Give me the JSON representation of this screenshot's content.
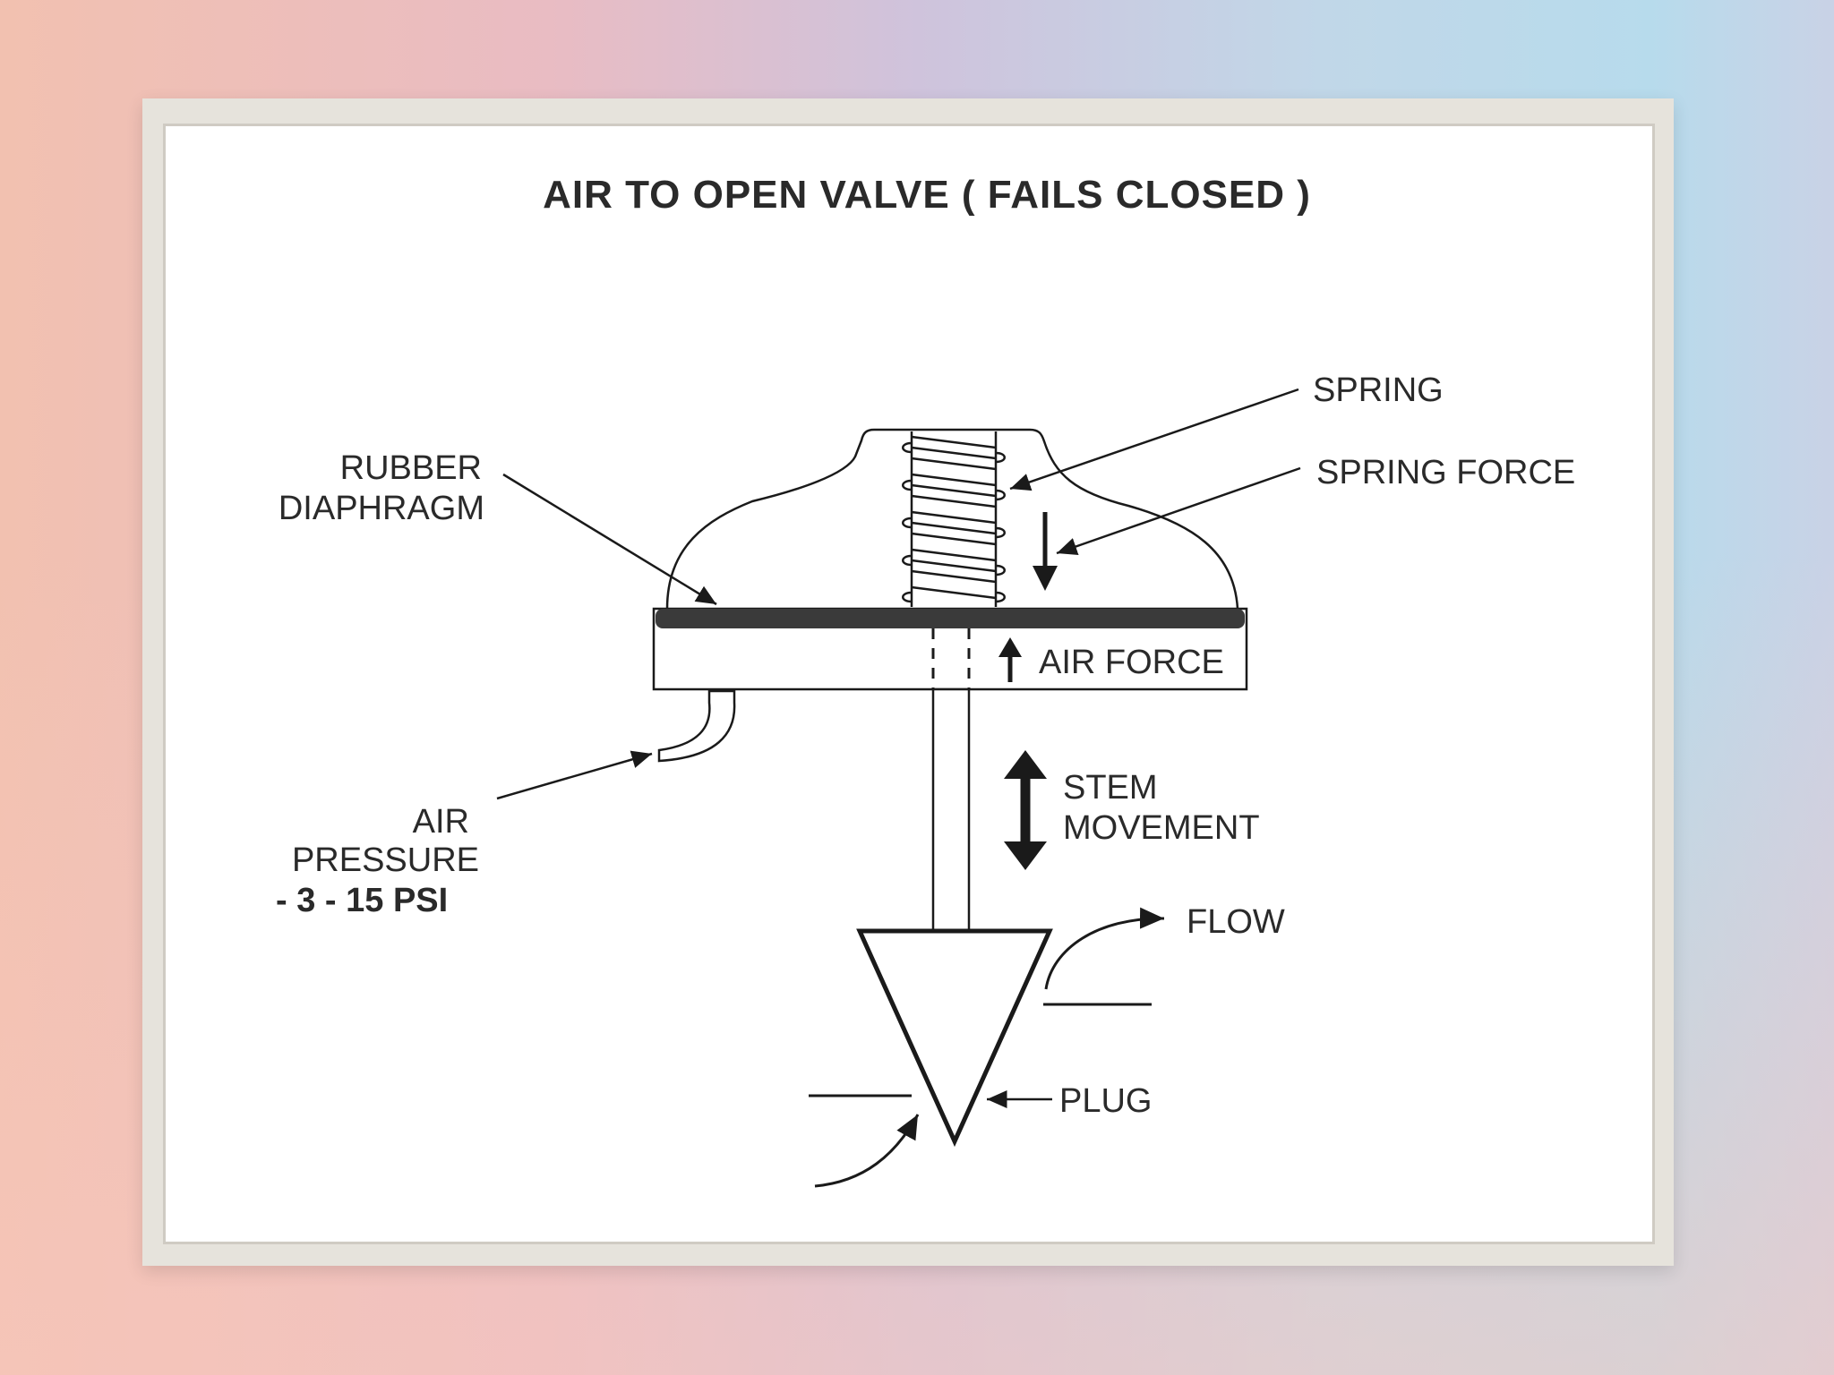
{
  "diagram": {
    "title": "AIR TO OPEN VALVE  ( FAILS CLOSED )",
    "labels": {
      "spring": "SPRING",
      "spring_force": "SPRING FORCE",
      "rubber": "RUBBER",
      "diaphragm": "DIAPHRAGM",
      "air_force": "AIR FORCE",
      "stem": "STEM",
      "movement": "MOVEMENT",
      "air": "AIR",
      "pressure": "PRESSURE",
      "psi_range": "- 3 - 15  PSI",
      "flow": "FLOW",
      "plug": "PLUG"
    }
  }
}
